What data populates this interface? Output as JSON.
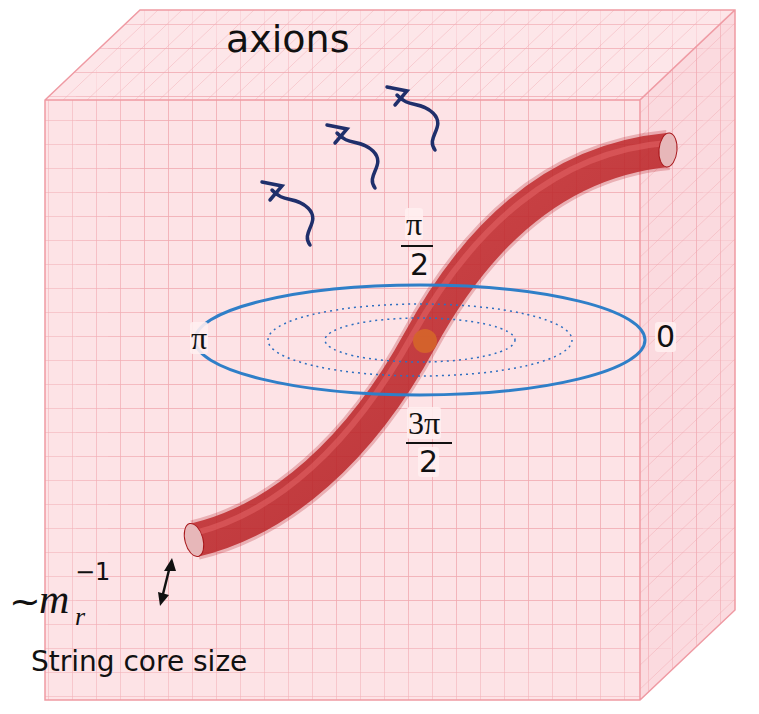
{
  "diagram": {
    "labels": [
      "axions",
      "π",
      "2",
      "π",
      "0",
      "3π",
      "2",
      "~",
      "m",
      "r",
      "−1",
      "String core size"
    ]
  }
}
